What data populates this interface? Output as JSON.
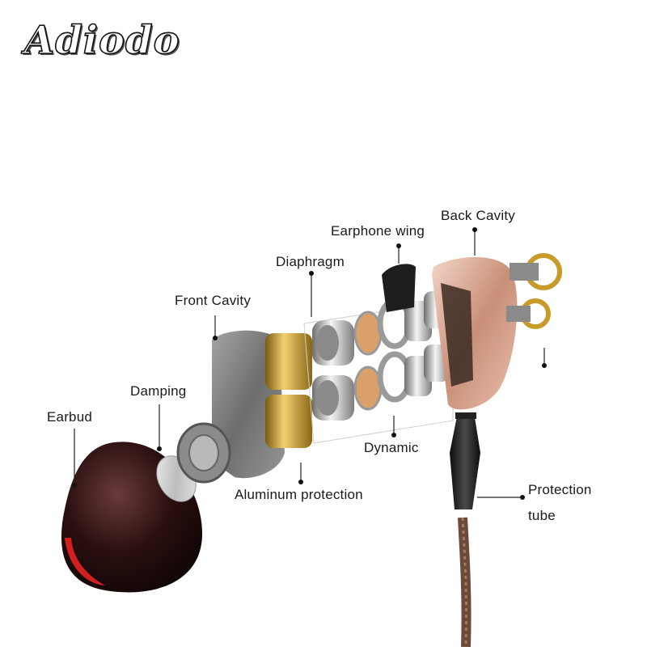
{
  "brand": {
    "name": "Adiodo"
  },
  "labels": {
    "earbud": "Earbud",
    "damping": "Damping",
    "front_cavity": "Front Cavity",
    "diaphragm": "Diaphragm",
    "earphone_wing": "Earphone wing",
    "back_cavity": "Back Cavity",
    "dynamic": "Dynamic",
    "aluminum_protection": "Aluminum protection",
    "protection_tube_line1": "Protection",
    "protection_tube_line2": "tube"
  },
  "colors": {
    "earbud_tip": "#3a1717",
    "earbud_inner": "#d21f1f",
    "gold": "#c89a2a",
    "rose_gold": "#d9a892",
    "chrome": "#b8b8b8",
    "smoke": "#7a7a7a",
    "cable": "#6b4a3a"
  }
}
